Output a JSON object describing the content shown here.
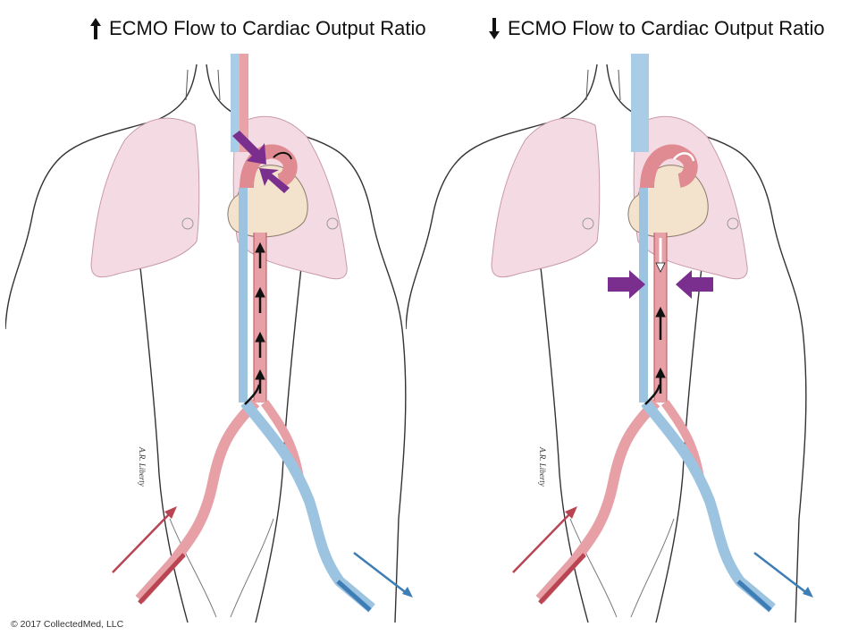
{
  "titles": {
    "left": "ECMO Flow to Cardiac Output Ratio",
    "right": "ECMO Flow to Cardiac Output Ratio"
  },
  "title_arrows": {
    "left": "up-arrow",
    "right": "down-arrow"
  },
  "signature": "A.R. Liberty",
  "copyright": "© 2017 CollectedMed, LLC",
  "caption": "",
  "colors": {
    "arterial": "#c8454f",
    "venous": "#3e7db5",
    "lung": "#f4dbe3",
    "heart": "#f3e3cd",
    "mixing_arrow": "#7a2f8f",
    "outline": "#333333"
  }
}
